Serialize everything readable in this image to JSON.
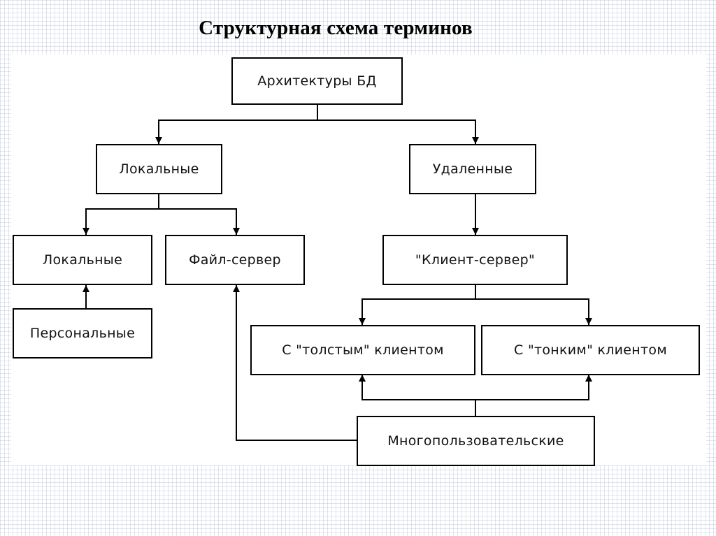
{
  "title": "Структурная схема терминов",
  "nodes": {
    "root": "Архитектуры БД",
    "local": "Локальные",
    "remote": "Удаленные",
    "local_leaf": "Локальные",
    "file_server": "Файл-сервер",
    "client_server": "\"Клиент-сервер\"",
    "personal": "Персональные",
    "thick_client": "С \"толстым\" клиентом",
    "thin_client": "С \"тонким\" клиентом",
    "multiuser": "Многопользовательские"
  },
  "edges": [
    {
      "from": "root",
      "to": "local"
    },
    {
      "from": "root",
      "to": "remote"
    },
    {
      "from": "local",
      "to": "local_leaf"
    },
    {
      "from": "local",
      "to": "file_server"
    },
    {
      "from": "remote",
      "to": "client_server"
    },
    {
      "from": "personal",
      "to": "local_leaf"
    },
    {
      "from": "client_server",
      "to": "thick_client"
    },
    {
      "from": "client_server",
      "to": "thin_client"
    },
    {
      "from": "multiuser",
      "to": "thick_client"
    },
    {
      "from": "multiuser",
      "to": "thin_client"
    },
    {
      "from": "multiuser",
      "to": "file_server"
    }
  ]
}
